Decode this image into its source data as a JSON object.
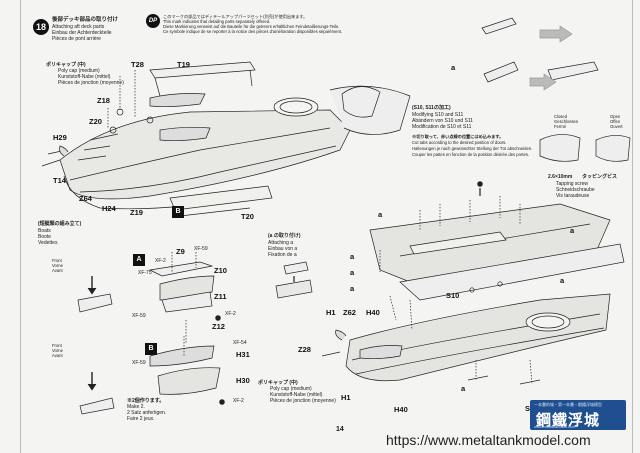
{
  "step": {
    "number": "18",
    "title_jp": "後部デッキ部品の取り付け",
    "title_en": "Attaching aft deck parts",
    "title_de": "Einbau der Achterdeckteile",
    "title_fr": "Pièces de pont arrière",
    "dp_badge": "DP"
  },
  "note": {
    "jp": "このマークの部品ではディテールアップパーツセット(別売)が使用出来ます。",
    "en": "This mark indicates that detailing parts separately offered.",
    "de": "Diese Markierung verweist auf die Bauteile für die getrennt erhältlichen Feindetaillierungs-Teile.",
    "fr": "Ce symbole indique de se reporter à la notice des pièces d'amélioration disponibles séparément."
  },
  "polycap_top": {
    "jp": "ポリキャップ (中)",
    "en": "Poly cap (medium)",
    "de": "Kunststoff-Nabe (mittel)",
    "fr": "Pièces de jonction (moyenne)"
  },
  "polycap_bottom": {
    "jp": "ポリキャップ (中)",
    "en": "Poly cap (medium)",
    "de": "Kunststoff-Nabe (mittel)",
    "fr": "Pièces de jonction (moyenne)"
  },
  "boats": {
    "jp": "(短艇類の組み立て)",
    "en": "Boats",
    "de": "Boote",
    "fr": "Vedettes"
  },
  "front_label": [
    "Front",
    "Vorne",
    "Avant"
  ],
  "make2": {
    "jp": "※2個作ります。",
    "en": "Make 2.",
    "de": "2 Satz anfertigen.",
    "fr": "Faire 2 jeux."
  },
  "attach_a": {
    "jp": "(a の取り付け)",
    "en": "Attaching a",
    "de": "Einbau von a",
    "fr": "Fixation de a"
  },
  "modify": {
    "jp": "(S10, S11の加工)",
    "en": "Modifying S10 and S11",
    "de": "Abändern von S10 und S11",
    "fr": "Modification de S10 et S11"
  },
  "closed": [
    "Closed",
    "Geschlossen",
    "Fermé"
  ],
  "open": [
    "Open",
    "Offen",
    "Ouvert"
  ],
  "cut_note": {
    "jp": "※切り取って、赤い点線の位置にはめ込みます。",
    "en": "Cut tabs according to the desired position of doors.",
    "de": "Haltenungen je nach gewünschter Stellung der Tür abschneiden.",
    "fr": "Couper les pattes en fonction de la position désirée des portes."
  },
  "screw": {
    "size": "2.6×10mm",
    "jp": "タッピングビス",
    "en": "Tapping screw",
    "de": "Schneidschraube",
    "fr": "Vis taraudeuse"
  },
  "parts": {
    "T28": "T28",
    "T19": "T19",
    "Z18": "Z18",
    "Z20": "Z20",
    "H29": "H29",
    "T14": "T14",
    "Z64": "Z64",
    "H24": "H24",
    "Z19": "Z19",
    "B": "B",
    "T20": "T20",
    "Z9": "Z9",
    "XF59a": "XF-59",
    "XF2a": "XF-2",
    "XF75": "XF-75",
    "Z10": "Z10",
    "Z11": "Z11",
    "XF2b": "XF-2",
    "XF59b": "XF-59",
    "Z12": "Z12",
    "XF54": "XF-54",
    "XF59c": "XF-59",
    "H31": "H31",
    "H30": "H30",
    "XF2c": "XF-2",
    "S10": "S10",
    "S11": "S11",
    "H1a": "H1",
    "Z62": "Z62",
    "H40a": "H40",
    "H1b": "H1",
    "Z28": "Z28",
    "H40b": "H40",
    "A": "A",
    "Bbox": "B"
  },
  "letter_a": "a",
  "page_number": "14",
  "watermark_url": "https://www.metaltankmodel.com",
  "logo": {
    "main": "鋼鐵浮城",
    "top": "一本書的城・第一本書・鋼鐵浮城模型",
    "bottom": "www.metaltankmodel.com"
  }
}
